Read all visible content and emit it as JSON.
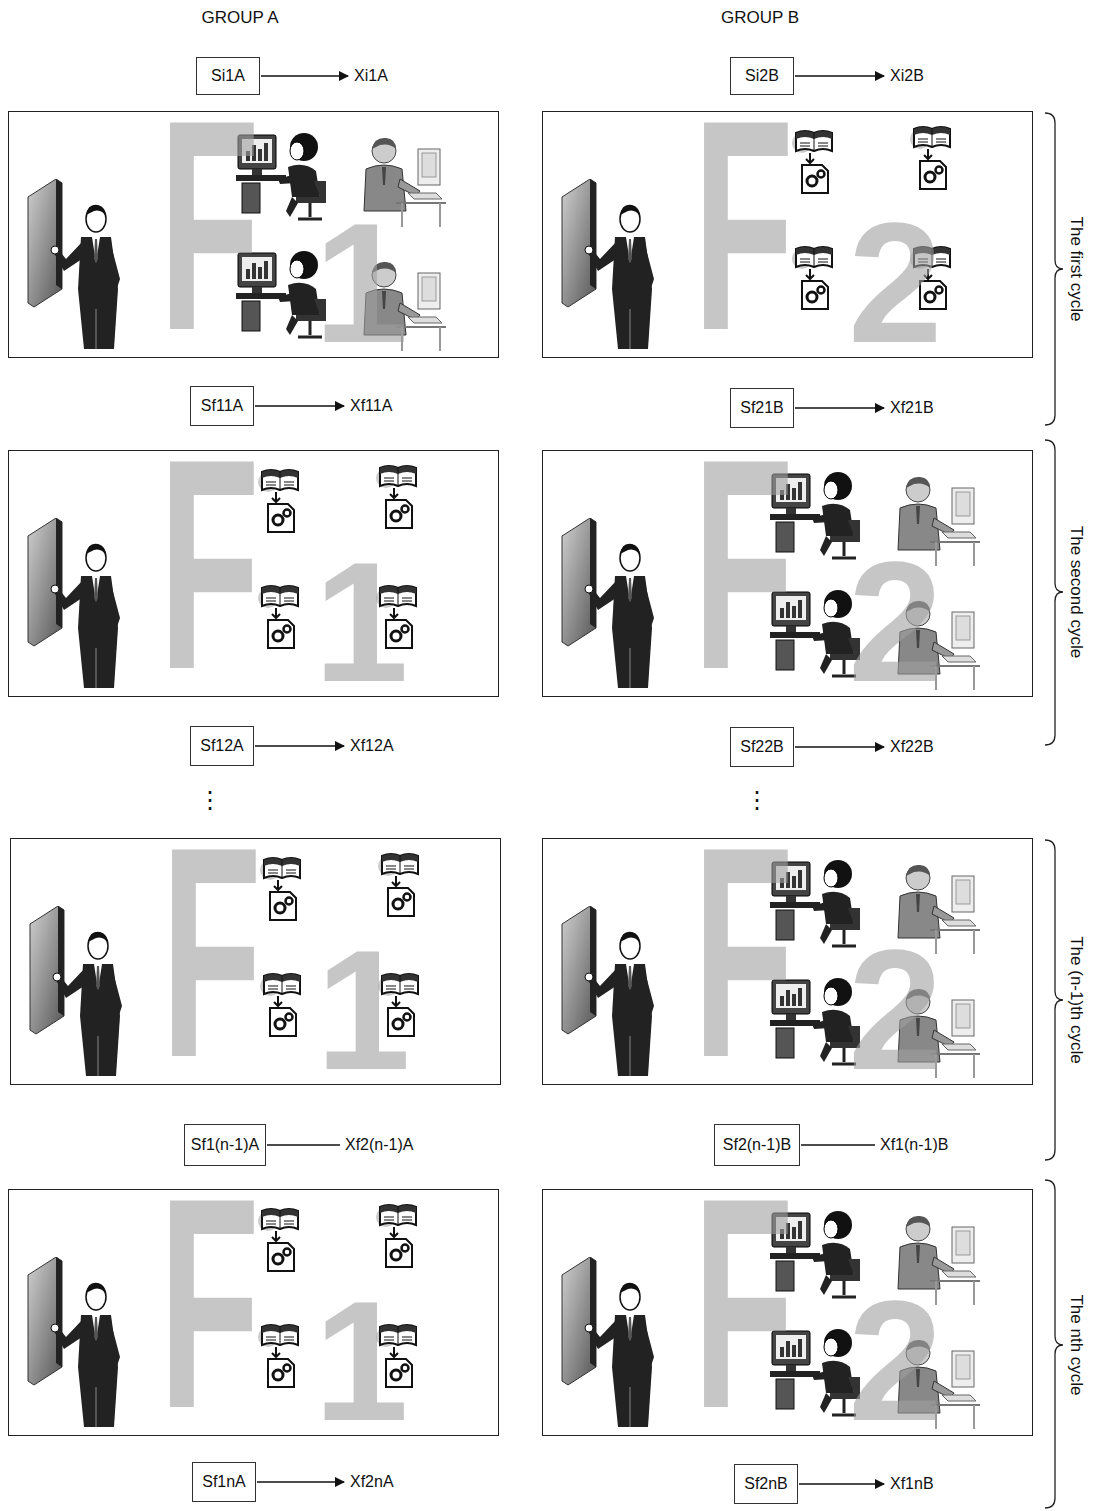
{
  "diagram": {
    "nodes": [
      {
        "text": [
          "Si1A"
        ]
      },
      {
        "text": [
          "Si2B"
        ]
      },
      {
        "text": [
          "F",
          "1"
        ]
      },
      {
        "text": [
          "F",
          "2"
        ]
      },
      {
        "text": [
          "Sf11A"
        ]
      },
      {
        "text": [
          "Sf21B"
        ]
      },
      {
        "text": [
          "F",
          "1"
        ]
      },
      {
        "text": [
          "F",
          "2"
        ]
      },
      {
        "text": [
          "Sf12A"
        ]
      },
      {
        "text": [
          "Sf22B"
        ]
      },
      {
        "text": [
          "F",
          "1"
        ]
      },
      {
        "text": [
          "F",
          "2"
        ]
      },
      {
        "text": [
          "Sf1(n-1)A"
        ]
      },
      {
        "text": [
          "Sf2(n-1)B"
        ]
      },
      {
        "text": [
          "F",
          "1"
        ]
      },
      {
        "text": [
          "F",
          "2"
        ]
      },
      {
        "text": [
          "Sf1nA"
        ]
      },
      {
        "text": [
          "Sf2nB"
        ]
      }
    ],
    "labels": [
      "GROUP A",
      "GROUP B",
      "Xi1A",
      "Xi2B",
      "Xf11A",
      "Xf21B",
      "Xf12A",
      "Xf22B",
      "⋮",
      "⋮",
      "Xf2(n-1)A",
      "Xf1(n-1)B",
      "Xf2nA",
      "Xf1nB",
      "The first cycle",
      "The second cycle",
      "The (n-1)th cycle",
      "The nth cycle"
    ]
  }
}
